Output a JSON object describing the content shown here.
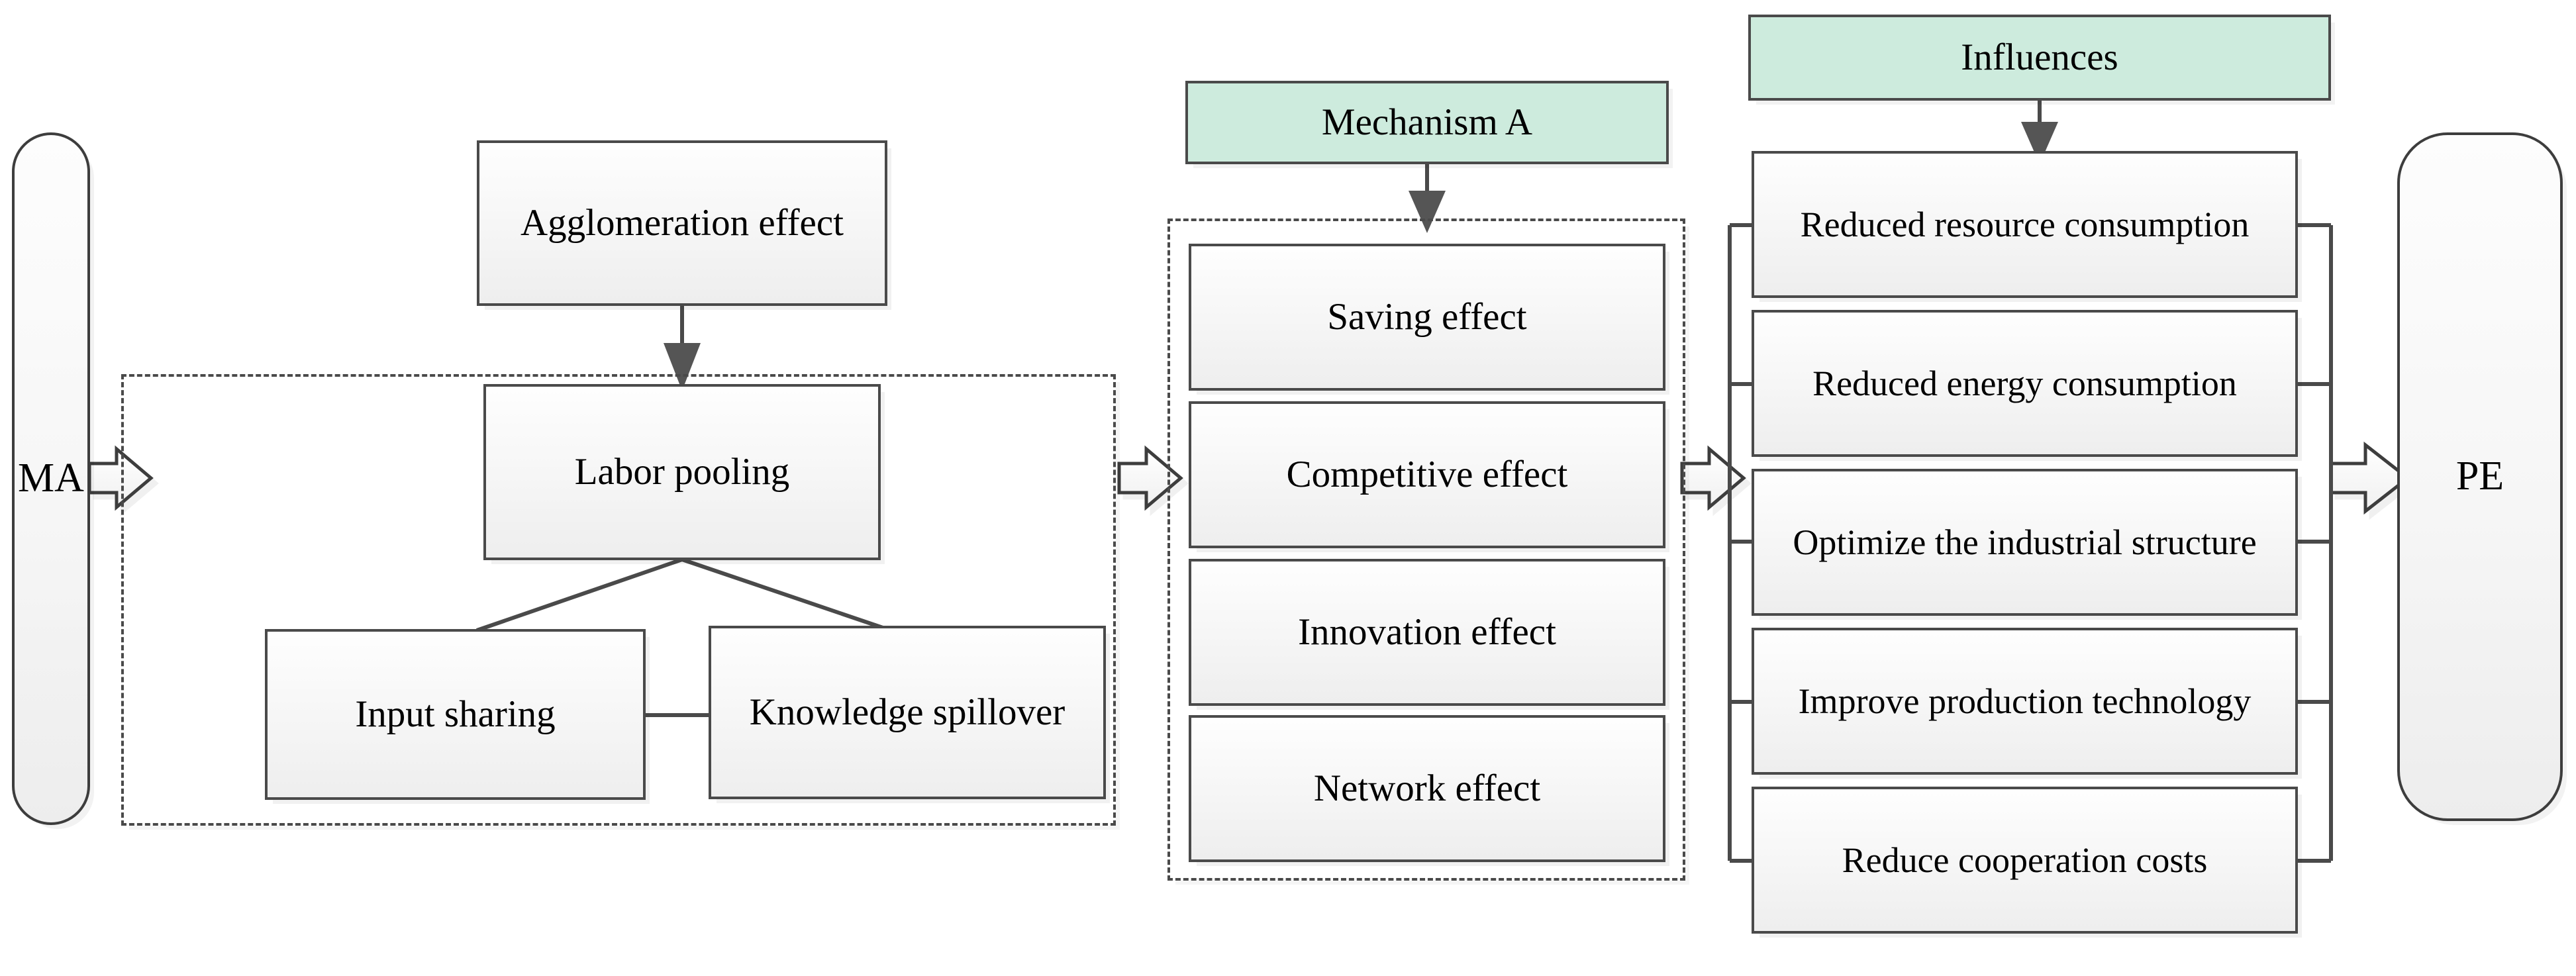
{
  "diagram": {
    "title_hidden": "",
    "colors": {
      "header_green": "#cdebdd",
      "box_border": "#4a4a4a",
      "box_fill": "#f4f4f4",
      "line": "#4a4a4a",
      "background": "#ffffff"
    }
  },
  "source": {
    "label": "MA"
  },
  "target": {
    "label": "PE"
  },
  "left_group": {
    "external_box": {
      "label": "Agglomeration effect"
    },
    "primary_box": {
      "label": "Labor pooling"
    },
    "children": [
      {
        "label": "Input sharing"
      },
      {
        "label": "Knowledge spillover"
      }
    ]
  },
  "middle_group": {
    "header": {
      "label": "Mechanism A"
    },
    "items": [
      {
        "label": "Saving effect"
      },
      {
        "label": "Competitive effect"
      },
      {
        "label": "Innovation effect"
      },
      {
        "label": "Network effect"
      }
    ]
  },
  "right_group": {
    "header": {
      "label": "Influences"
    },
    "items": [
      {
        "label": "Reduced resource consumption"
      },
      {
        "label": "Reduced energy consumption"
      },
      {
        "label": "Optimize the industrial structure"
      },
      {
        "label": "Improve production technology"
      },
      {
        "label": "Reduce cooperation costs"
      }
    ]
  },
  "connectors": {
    "ma_to_left": "block-arrow-right",
    "left_to_middle": "block-arrow-right",
    "middle_to_right": "block-arrow-right",
    "right_to_pe": "block-arrow-right",
    "agglomeration_to_labor": "arrow-down",
    "mechanism_header_to_items": "arrow-down",
    "influences_header_to_items": "arrow-down"
  }
}
